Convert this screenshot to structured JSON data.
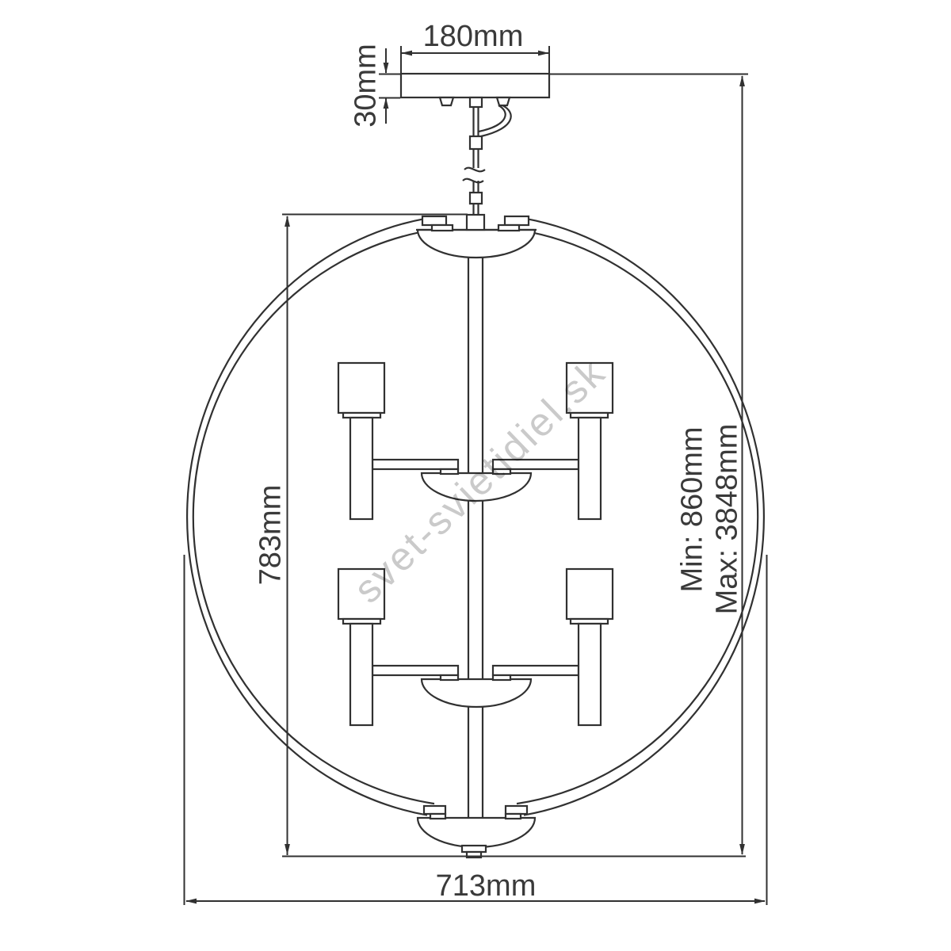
{
  "diagram": {
    "dim_top_width": "180mm",
    "dim_canopy_height": "30mm",
    "dim_body_height": "783mm",
    "dim_body_width": "713mm",
    "dim_suspension_min": "Min: 860mm",
    "dim_suspension_max": "Max: 3848mm",
    "watermark": "svet-svietidiel.sk",
    "colors": {
      "line": "#313131",
      "text": "#3a3a3a",
      "watermark": "#cacaca"
    }
  }
}
